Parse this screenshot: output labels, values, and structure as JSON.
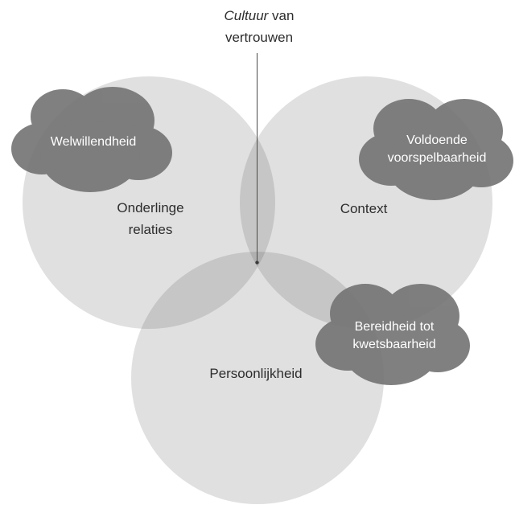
{
  "diagram": {
    "title": {
      "word_italic": "Cultuur",
      "word_rest": " van",
      "line2": "vertrouwen"
    },
    "circles": {
      "relations": {
        "line1": "Onderlinge",
        "line2": "relaties"
      },
      "context": {
        "label": "Context"
      },
      "personality": {
        "label": "Persoonlijkheid"
      }
    },
    "clouds": {
      "benevolence": {
        "line1": "Welwillendheid"
      },
      "predictability": {
        "line1": "Voldoende",
        "line2": "voorspelbaarheid"
      },
      "vulnerability": {
        "line1": "Bereidheid tot",
        "line2": "kwetsbaarheid"
      }
    },
    "colors": {
      "background": "#ffffff",
      "circle_fill_base": "#3c3c3c",
      "circle_fill_opacity": "0.16",
      "cloud_fill": "#737373",
      "cloud_opacity": "0.9",
      "dark_text": "#2d2d2d",
      "light_text": "#ffffff",
      "connector_line": "#4a4a48"
    }
  }
}
